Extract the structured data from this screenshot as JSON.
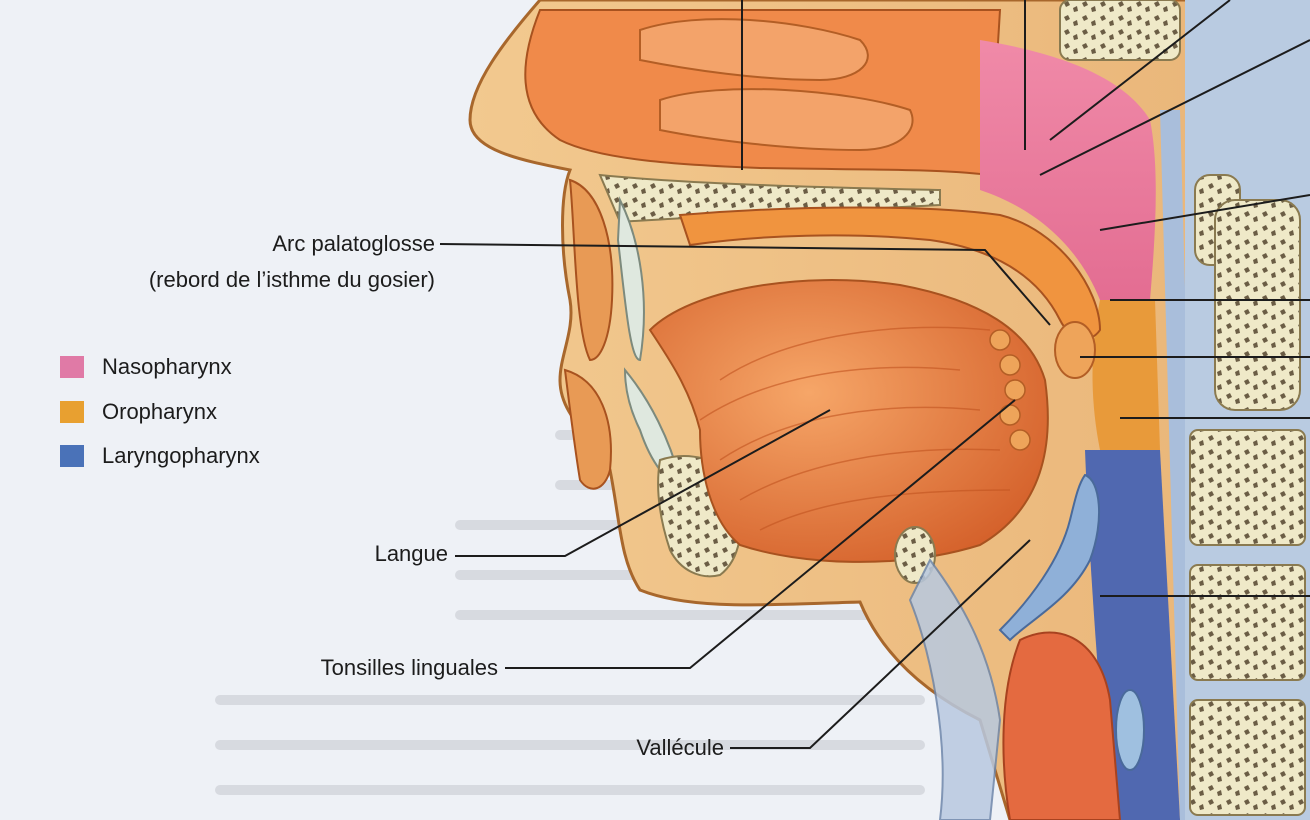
{
  "labels": {
    "arc_palatoglosse": "Arc palatoglosse",
    "arc_palatoglosse_sub": "(rebord de l’isthme du gosier)",
    "langue": "Langue",
    "tonsilles_linguales": "Tonsilles linguales",
    "vallecule": "Vallécule"
  },
  "legend": [
    {
      "name": "Nasopharynx",
      "color": "#e07aa6"
    },
    {
      "name": "Oropharynx",
      "color": "#e8a030"
    },
    {
      "name": "Laryngopharynx",
      "color": "#4a72b8"
    }
  ]
}
